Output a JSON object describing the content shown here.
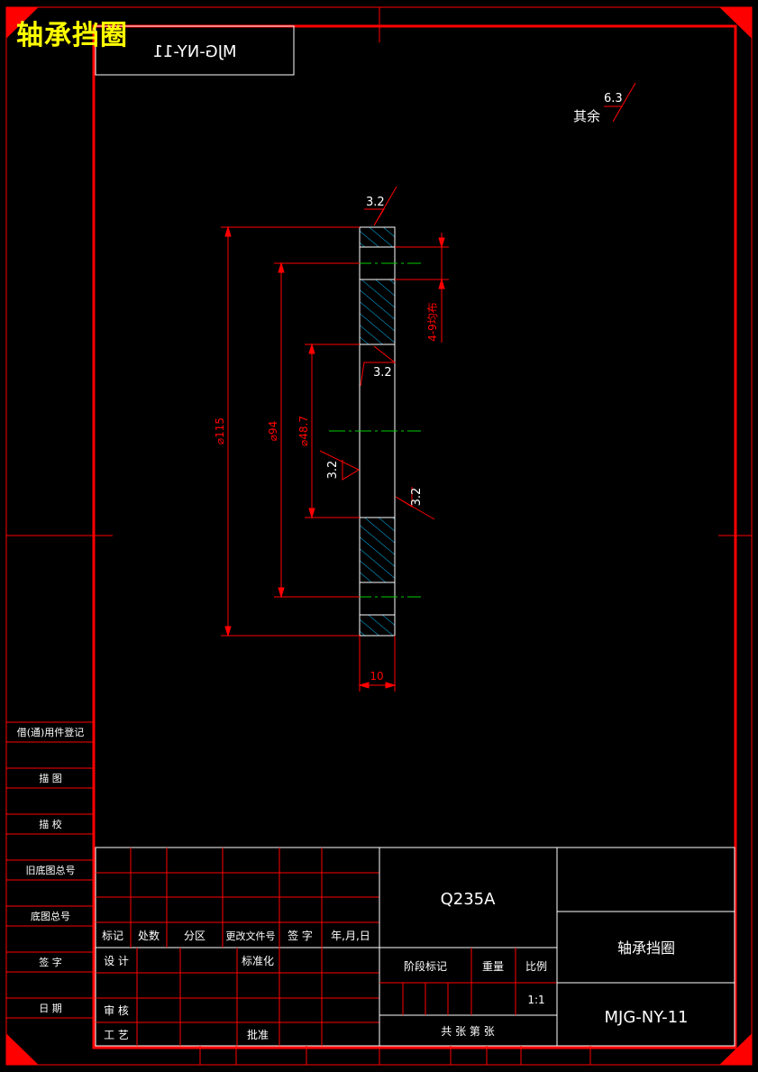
{
  "header": {
    "title": "轴承挡圈",
    "code_box": "MJG-NY-11"
  },
  "surface_finish": {
    "general_label": "其余",
    "general_value": "6.3",
    "values": [
      "3.2",
      "3.2",
      "3.2",
      "3.2"
    ]
  },
  "dimensions": {
    "outer_diameter": "⌀115",
    "bolt_circle": "⌀94",
    "bore_diameter": "⌀48.7",
    "thickness": "10",
    "holes": "4-9均布"
  },
  "side_table": {
    "rows": [
      "借(通)用件登记",
      "描 图",
      "描 校",
      "旧底图总号",
      "底图总号",
      "签 字",
      "日 期"
    ]
  },
  "title_block": {
    "material": "Q235A",
    "part_name": "轴承挡圈",
    "drawing_number": "MJG-NY-11",
    "revision_headers": [
      "标记",
      "处数",
      "分区",
      "更改文件号",
      "签 字",
      "年,月,日"
    ],
    "design": "设 计",
    "standardization": "标准化",
    "review": "审 核",
    "process": "工 艺",
    "approve": "批准",
    "stage_mark": "阶段标记",
    "weight": "重量",
    "scale_label": "比例",
    "scale_value": "1:1",
    "sheets": "共   张   第   张"
  },
  "colors": {
    "frame": "#ff0000",
    "title": "#ffff00",
    "text": "#ffffff",
    "hatch": "#00bfff",
    "centerline": "#00cc00",
    "background": "#000000"
  }
}
